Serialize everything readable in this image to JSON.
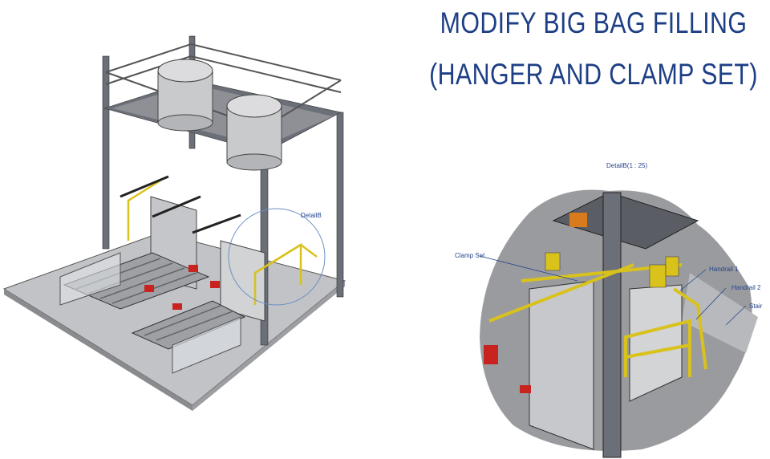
{
  "title": {
    "line1": "MODIFY BIG BAG FILLING",
    "line2": "(HANGER AND CLAMP SET)"
  },
  "overview": {
    "detail_callout": "DetailB"
  },
  "detail": {
    "caption": "DetailB(1 : 25)",
    "labels": {
      "clamp_set": "Clamp Set",
      "handrail_1": "Handrail 1",
      "handrail_2": "Handrail 2",
      "stair": "Stair"
    }
  },
  "colors": {
    "title": "#1e3f86",
    "steel": "#6b6f78",
    "handrail": "#d9c21c",
    "platform": "#b9babd",
    "accent_red": "#c8231e"
  }
}
